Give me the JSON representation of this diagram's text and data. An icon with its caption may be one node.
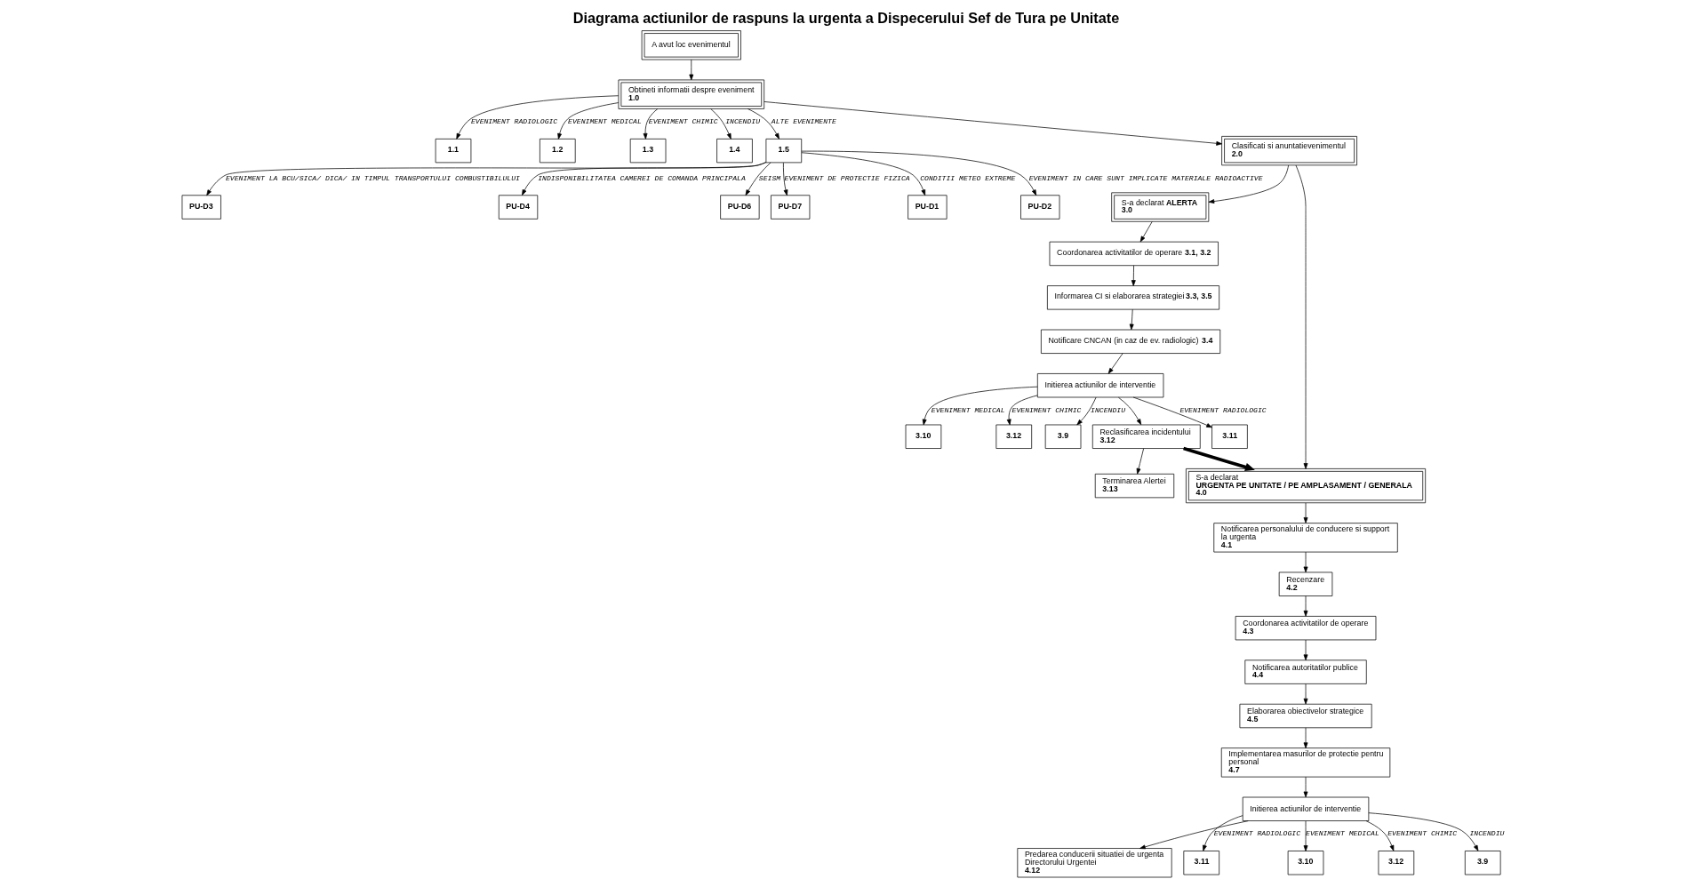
{
  "diagram": {
    "title": "Diagrama actiunilor de raspuns la urgenta a Dispecerului Sef de Tura pe Unitate",
    "nodes": [
      {
        "text": [
          "A avut loc evenimentul"
        ]
      },
      {
        "text": [
          "Obtineti informatii despre eveniment",
          "**1.0**"
        ]
      },
      {
        "text": [
          "**1.1**"
        ]
      },
      {
        "text": [
          "**1.2**"
        ]
      },
      {
        "text": [
          "**1.3**"
        ]
      },
      {
        "text": [
          "**1.4**"
        ]
      },
      {
        "text": [
          "**1.5**"
        ]
      },
      {
        "text": [
          "**PU-D1**"
        ]
      },
      {
        "text": [
          "**PU-D2**"
        ]
      },
      {
        "text": [
          "**PU-D3**"
        ]
      },
      {
        "text": [
          "**PU-D4**"
        ]
      },
      {
        "text": [
          "**PU-D6**"
        ]
      },
      {
        "text": [
          "**PU-D7**"
        ]
      },
      {
        "text": [
          "Clasificati si anuntatievenimentul",
          "**2.0**"
        ]
      },
      {
        "text": [
          "S-a declarat **ALERTA**",
          "**3.0**"
        ]
      },
      {
        "text": [
          "S-a declarat **URGENTA PE UNITATE / PE AMPLASAMENT / GENERALA**",
          "**4.0**"
        ]
      },
      {
        "text": [
          "Coordonarea activitatilor de operare **3.1, 3.2**"
        ]
      },
      {
        "text": [
          "Informarea CI si elaborarea strategiei **3.3, 3.5**"
        ]
      },
      {
        "text": [
          "Notificare CNCAN (in caz de ev. radiologic) **3.4**"
        ]
      },
      {
        "text": [
          "Initierea actiunilor de interventie"
        ]
      },
      {
        "text": [
          "**3.11**"
        ]
      },
      {
        "text": [
          "**3.10**"
        ]
      },
      {
        "text": [
          "**3.12**"
        ]
      },
      {
        "text": [
          "**3.9**"
        ]
      },
      {
        "text": [
          "Reclasificarea incidentului",
          "**3.12**"
        ]
      },
      {
        "text": [
          "Terminarea Alertei",
          "**3.13**"
        ]
      },
      {
        "text": [
          "Notificarea personalului de conducere si support la urgenta",
          "**4.1**"
        ]
      },
      {
        "text": [
          "Recenzare",
          "**4.2**"
        ]
      },
      {
        "text": [
          "Coordonarea activitatilor de operare",
          "**4.3**"
        ]
      },
      {
        "text": [
          "Notificarea autoritatilor publice",
          "**4.4**"
        ]
      },
      {
        "text": [
          "Elaborarea obiectivelor strategice",
          "**4.5**"
        ]
      },
      {
        "text": [
          "Implementarea masurilor de protectie pentru personal",
          "**4.7**"
        ]
      },
      {
        "text": [
          "Initierea actiunilor de interventie"
        ]
      },
      {
        "text": [
          "Predarea conducerii situatiei de urgenta Directorului Urgentei",
          "**4.12**"
        ]
      },
      {
        "text": [
          "**3.11**"
        ]
      },
      {
        "text": [
          "**3.10**"
        ]
      },
      {
        "text": [
          "**3.12**"
        ]
      },
      {
        "text": [
          "**3.9**"
        ]
      }
    ],
    "edges": [
      {
        "from": 0,
        "to": 1,
        "arrow": "to"
      },
      {
        "from": 1,
        "to": 13,
        "arrow": "to"
      },
      {
        "from": 1,
        "to": 2,
        "arrow": "to",
        "label": "EVENIMENT RADIOLOGIC"
      },
      {
        "from": 1,
        "to": 3,
        "arrow": "to",
        "label": "EVENIMENT MEDICAL"
      },
      {
        "from": 1,
        "to": 4,
        "arrow": "to",
        "label": "EVENIMENT CHIMIC"
      },
      {
        "from": 1,
        "to": 5,
        "arrow": "to",
        "label": "INCENDIU"
      },
      {
        "from": 1,
        "to": 6,
        "arrow": "to",
        "label": "ALTE EVENIMENTE"
      },
      {
        "from": 6,
        "to": 7,
        "arrow": "to",
        "label": "CONDITII METEO EXTREME"
      },
      {
        "from": 6,
        "to": 8,
        "arrow": "to",
        "label": "EVENIMENT IN CARE SUNT IMPLICATE MATERIALE RADIOACTIVE"
      },
      {
        "from": 6,
        "to": 9,
        "arrow": "to",
        "label": "EVENIMENT LA BCU/SICA/ DICA/ IN TIMPUL TRANSPORTULUI COMBUSTIBILULUI"
      },
      {
        "from": 6,
        "to": 10,
        "arrow": "to",
        "label": "INDISPONIBILITATEA CAMEREI DE COMANDA PRINCIPALA"
      },
      {
        "from": 6,
        "to": 11,
        "arrow": "to",
        "label": "SEISM"
      },
      {
        "from": 6,
        "to": 12,
        "arrow": "to",
        "label": "EVENIMENT DE PROTECTIE FIZICA"
      },
      {
        "from": 13,
        "to": 14,
        "arrow": "to"
      },
      {
        "from": 13,
        "to": 15,
        "arrow": "to"
      },
      {
        "from": 14,
        "to": 16,
        "arrow": "to"
      },
      {
        "from": 16,
        "to": 17,
        "arrow": "to"
      },
      {
        "from": 17,
        "to": 18,
        "arrow": "to"
      },
      {
        "from": 18,
        "to": 19,
        "arrow": "to"
      },
      {
        "from": 19,
        "to": 20,
        "arrow": "to",
        "label": "EVENIMENT RADIOLOGIC"
      },
      {
        "from": 19,
        "to": 21,
        "arrow": "to",
        "label": "EVENIMENT MEDICAL"
      },
      {
        "from": 19,
        "to": 22,
        "arrow": "to",
        "label": "EVENIMENT CHIMIC"
      },
      {
        "from": 19,
        "to": 23,
        "arrow": "to",
        "label": "INCENDIU"
      },
      {
        "from": 19,
        "to": 24,
        "arrow": "to"
      },
      {
        "from": 24,
        "to": 25,
        "arrow": "to"
      },
      {
        "from": 24,
        "to": 15,
        "arrow": "to",
        "style": "thick"
      },
      {
        "from": 15,
        "to": 26,
        "arrow": "to"
      },
      {
        "from": 26,
        "to": 27,
        "arrow": "to"
      },
      {
        "from": 27,
        "to": 28,
        "arrow": "to"
      },
      {
        "from": 28,
        "to": 29,
        "arrow": "to"
      },
      {
        "from": 29,
        "to": 30,
        "arrow": "to"
      },
      {
        "from": 30,
        "to": 31,
        "arrow": "to"
      },
      {
        "from": 31,
        "to": 32,
        "arrow": "to"
      },
      {
        "from": 32,
        "to": 33,
        "arrow": "to"
      },
      {
        "from": 32,
        "to": 34,
        "arrow": "to",
        "label": "EVENIMENT RADIOLOGIC"
      },
      {
        "from": 32,
        "to": 35,
        "arrow": "to",
        "label": "EVENIMENT MEDICAL"
      },
      {
        "from": 32,
        "to": 36,
        "arrow": "to",
        "label": "EVENIMENT CHIMIC"
      },
      {
        "from": 32,
        "to": 37,
        "arrow": "to",
        "label": "INCENDIU"
      }
    ]
  }
}
